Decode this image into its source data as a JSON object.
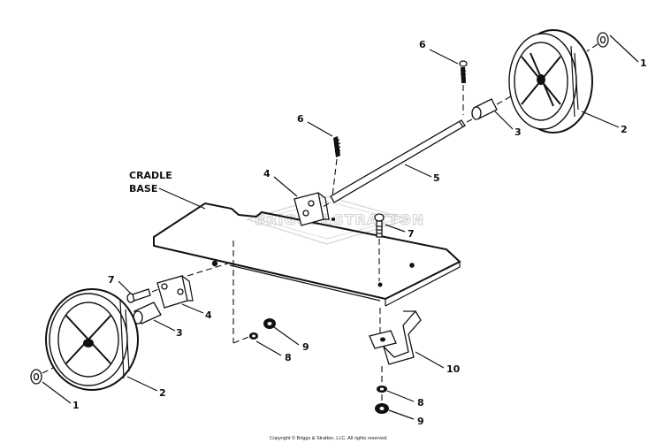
{
  "diagram": {
    "base_label_line1": "CRADLE",
    "base_label_line2": "BASE",
    "watermark": "BRIGGS&STRATTON",
    "copyright": "Copyright © Briggs & Stratton, LLC. All rights reserved.",
    "callouts": {
      "washer_right": "1",
      "wheel_right": "2",
      "spacer_right": "3",
      "bolt_bracket_top": "6",
      "bolt_top": "6",
      "bracket_top": "4",
      "axle": "5",
      "bolt_center": "7",
      "bolt_left": "7",
      "bracket_left": "4",
      "spacer_left": "3",
      "nut_left": "9",
      "washer_left": "8",
      "washer_left_wheel": "1",
      "wheel_left": "2",
      "foot": "10",
      "washer_bottom": "8",
      "nut_bottom": "9"
    }
  }
}
